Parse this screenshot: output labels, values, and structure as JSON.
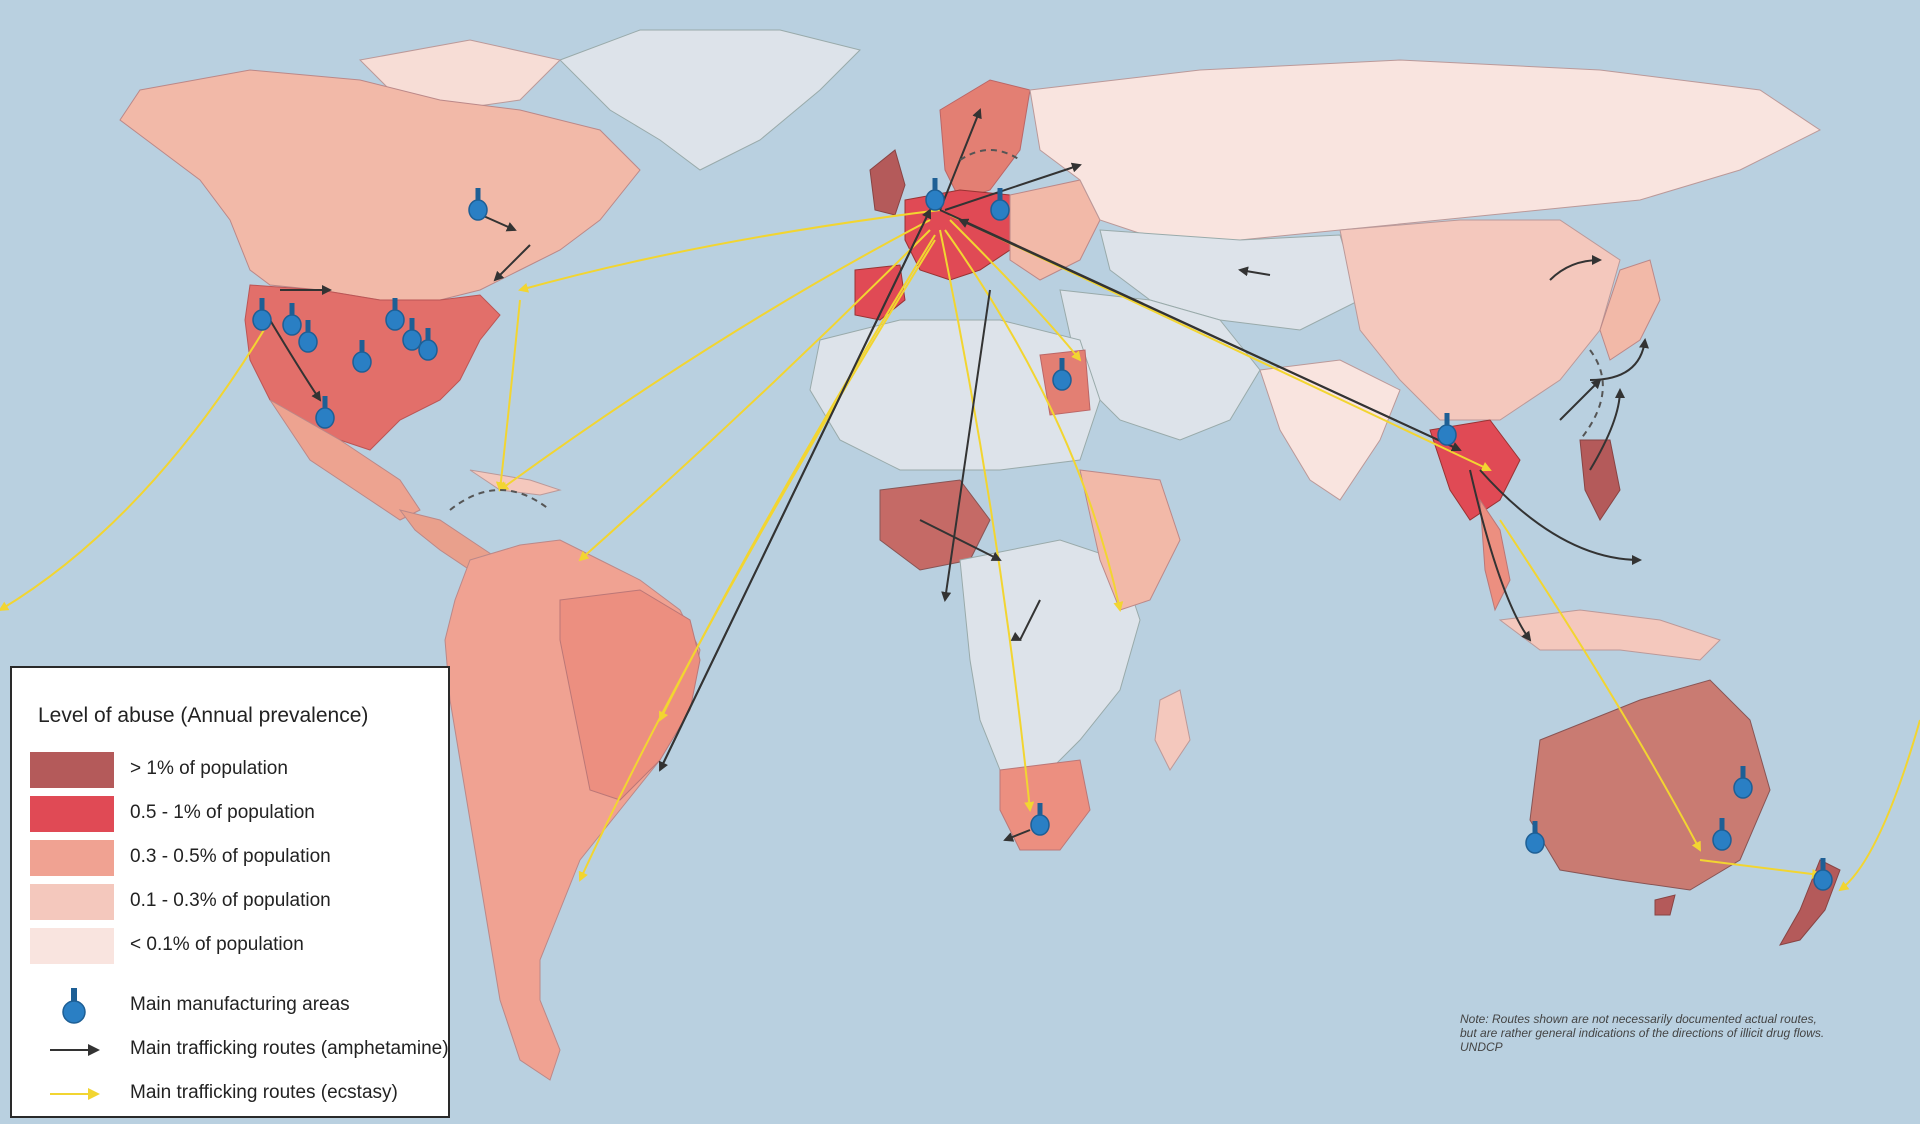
{
  "legend": {
    "title": "Level of abuse  (Annual prevalence)",
    "levels": [
      {
        "label": "> 1% of  population",
        "color": "#b45a5a"
      },
      {
        "label": "0.5 - 1%  of  population",
        "color": "#e04a55"
      },
      {
        "label": "0.3 - 0.5% of  population",
        "color": "#f0a292"
      },
      {
        "label": "0.1 - 0.3% of  population",
        "color": "#f4c8bd"
      },
      {
        "label": "< 0.1%  of  population",
        "color": "#f9e4df"
      }
    ],
    "symbols": [
      {
        "label": "Main manufacturing  areas",
        "icon": "flask-icon",
        "color": "#2a7fc4"
      },
      {
        "label": "Main trafficking routes (amphetamine)",
        "icon": "arrow-icon",
        "color": "#333333"
      },
      {
        "label": "Main trafficking routes (ecstasy)",
        "icon": "arrow-icon",
        "color": "#f2d531"
      }
    ]
  },
  "note": {
    "line1": "Note: Routes shown are not necessarily documented actual routes,",
    "line2": "but are rather general indications of the directions of illicit drug flows.",
    "line3": "UNDCP"
  },
  "colors": {
    "ocean": "#b9d0e0",
    "amphetamine_route": "#333333",
    "ecstasy_route": "#f2d531",
    "manufacturing": "#2a7fc4"
  }
}
